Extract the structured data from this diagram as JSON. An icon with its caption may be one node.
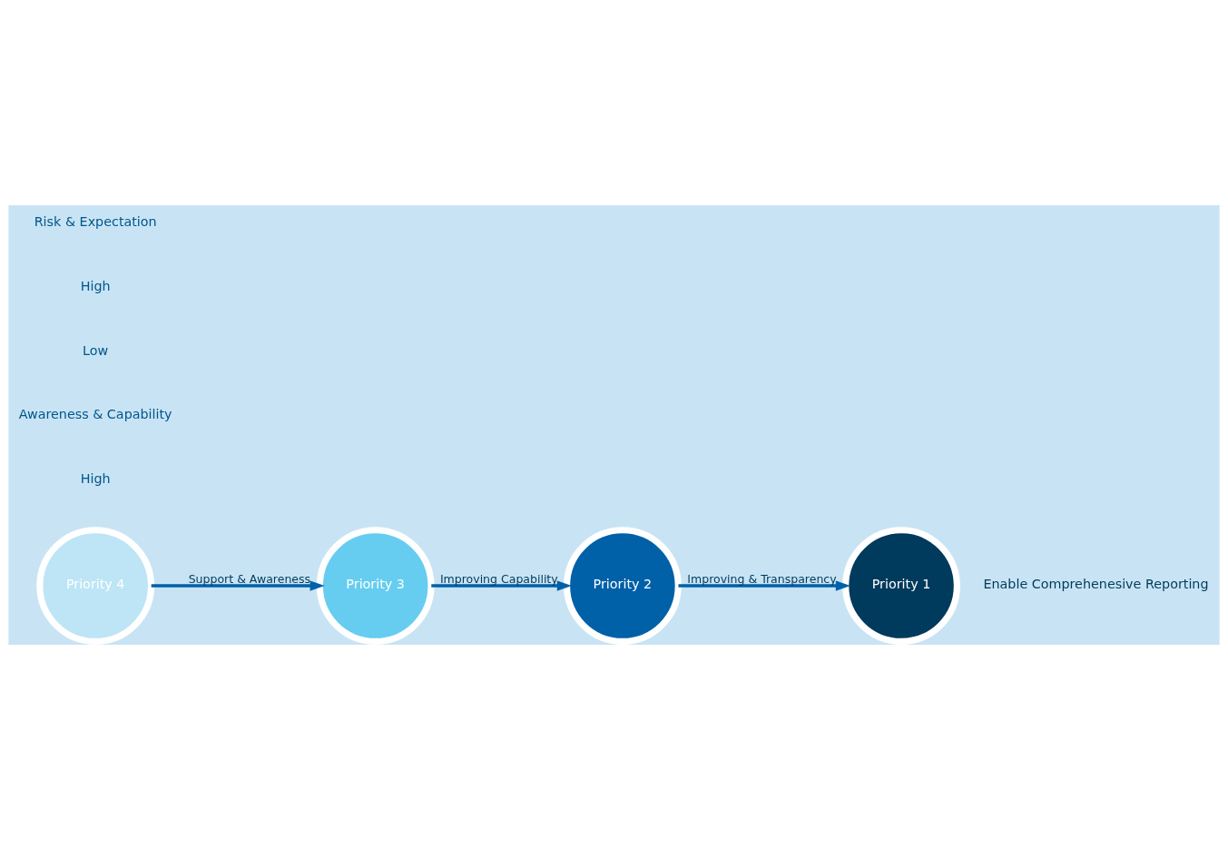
{
  "diagram": {
    "nodes": [
      {
        "text": [
          "Priority 1"
        ],
        "beside": [
          "Enable Comprehenesive Reporting"
        ]
      },
      {
        "text": [
          "Priority 2"
        ]
      },
      {
        "text": [
          "Priority 3"
        ]
      },
      {
        "text": [
          "Priority 4"
        ]
      }
    ],
    "edges": [
      {
        "from": 3,
        "to": 2,
        "arrow": "to",
        "label": "Support & Awareness"
      },
      {
        "from": 2,
        "to": 1,
        "arrow": "to",
        "label": "Improving Capability"
      },
      {
        "from": 1,
        "to": 0,
        "arrow": "to",
        "label": "Improving & Transparency"
      }
    ],
    "labels": [
      "High",
      "Awareness & Capability",
      "Low",
      "High",
      "Risk & Expectation"
    ]
  }
}
